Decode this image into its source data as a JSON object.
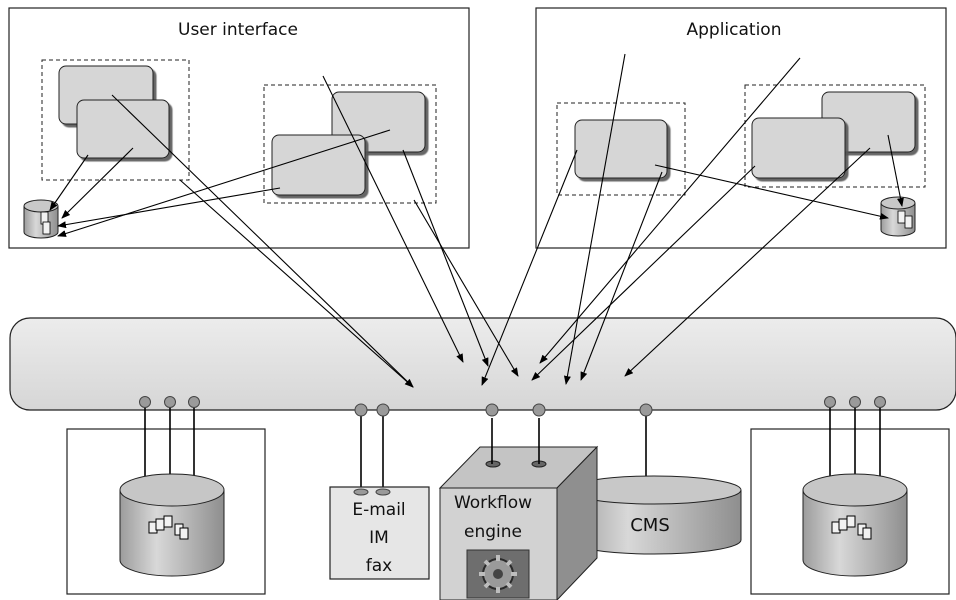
{
  "panels": {
    "user_interface": "User interface",
    "application": "Application"
  },
  "components": {
    "messaging_lines": [
      "E-mail",
      "IM",
      "fax"
    ],
    "workflow_lines": [
      "Workflow",
      "engine"
    ],
    "cms": "CMS"
  },
  "colors": {
    "panel_border": "#222222",
    "box_fill": "#d6d6d6",
    "bus_fill": "#e2e2e2",
    "connector_fill": "#9a9a9a",
    "arrow": "#000000"
  },
  "icons": {
    "store": "database-icon",
    "gear": "gear-icon"
  }
}
